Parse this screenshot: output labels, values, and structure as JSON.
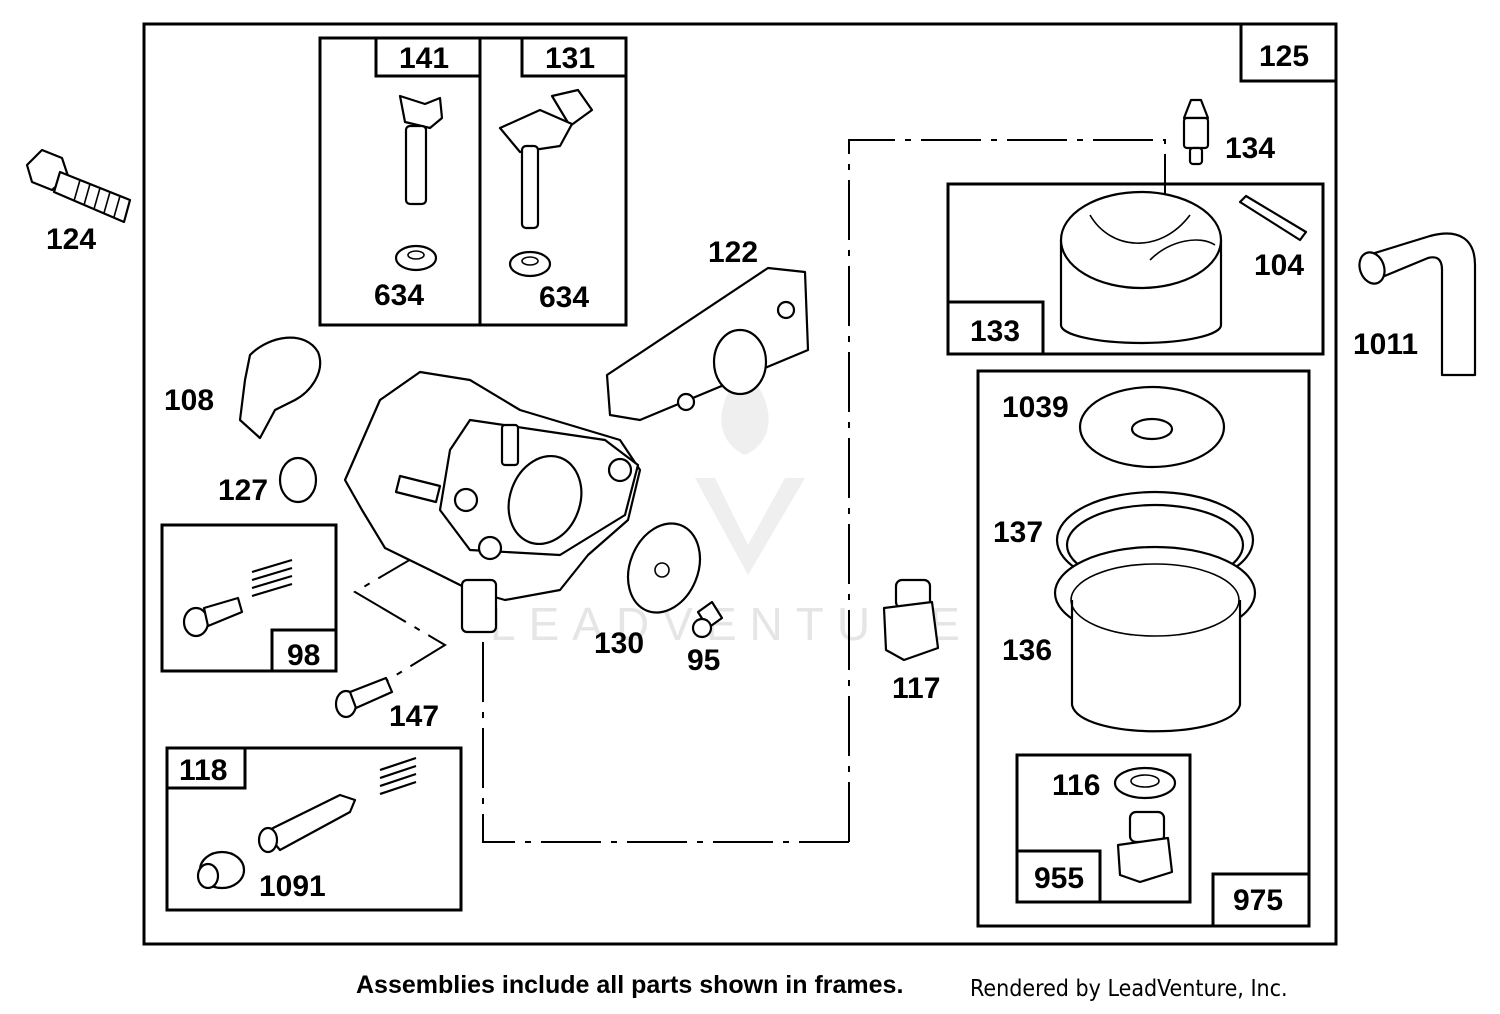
{
  "diagram": {
    "labels": {
      "l124": "124",
      "l141": "141",
      "l131": "131",
      "l125": "125",
      "l634a": "634",
      "l634b": "634",
      "l134": "134",
      "l122": "122",
      "l104": "104",
      "l133": "133",
      "l1011": "1011",
      "l108": "108",
      "l1039": "1039",
      "l127": "127",
      "l137": "137",
      "l98": "98",
      "l130": "130",
      "l95": "95",
      "l136": "136",
      "l117": "117",
      "l147": "147",
      "l118": "118",
      "l116": "116",
      "l1091": "1091",
      "l955": "955",
      "l975": "975"
    },
    "footer_note": "Assemblies include all parts shown in frames.",
    "credit": "Rendered by LeadVenture, Inc.",
    "watermark": "LEADVENTURE"
  }
}
